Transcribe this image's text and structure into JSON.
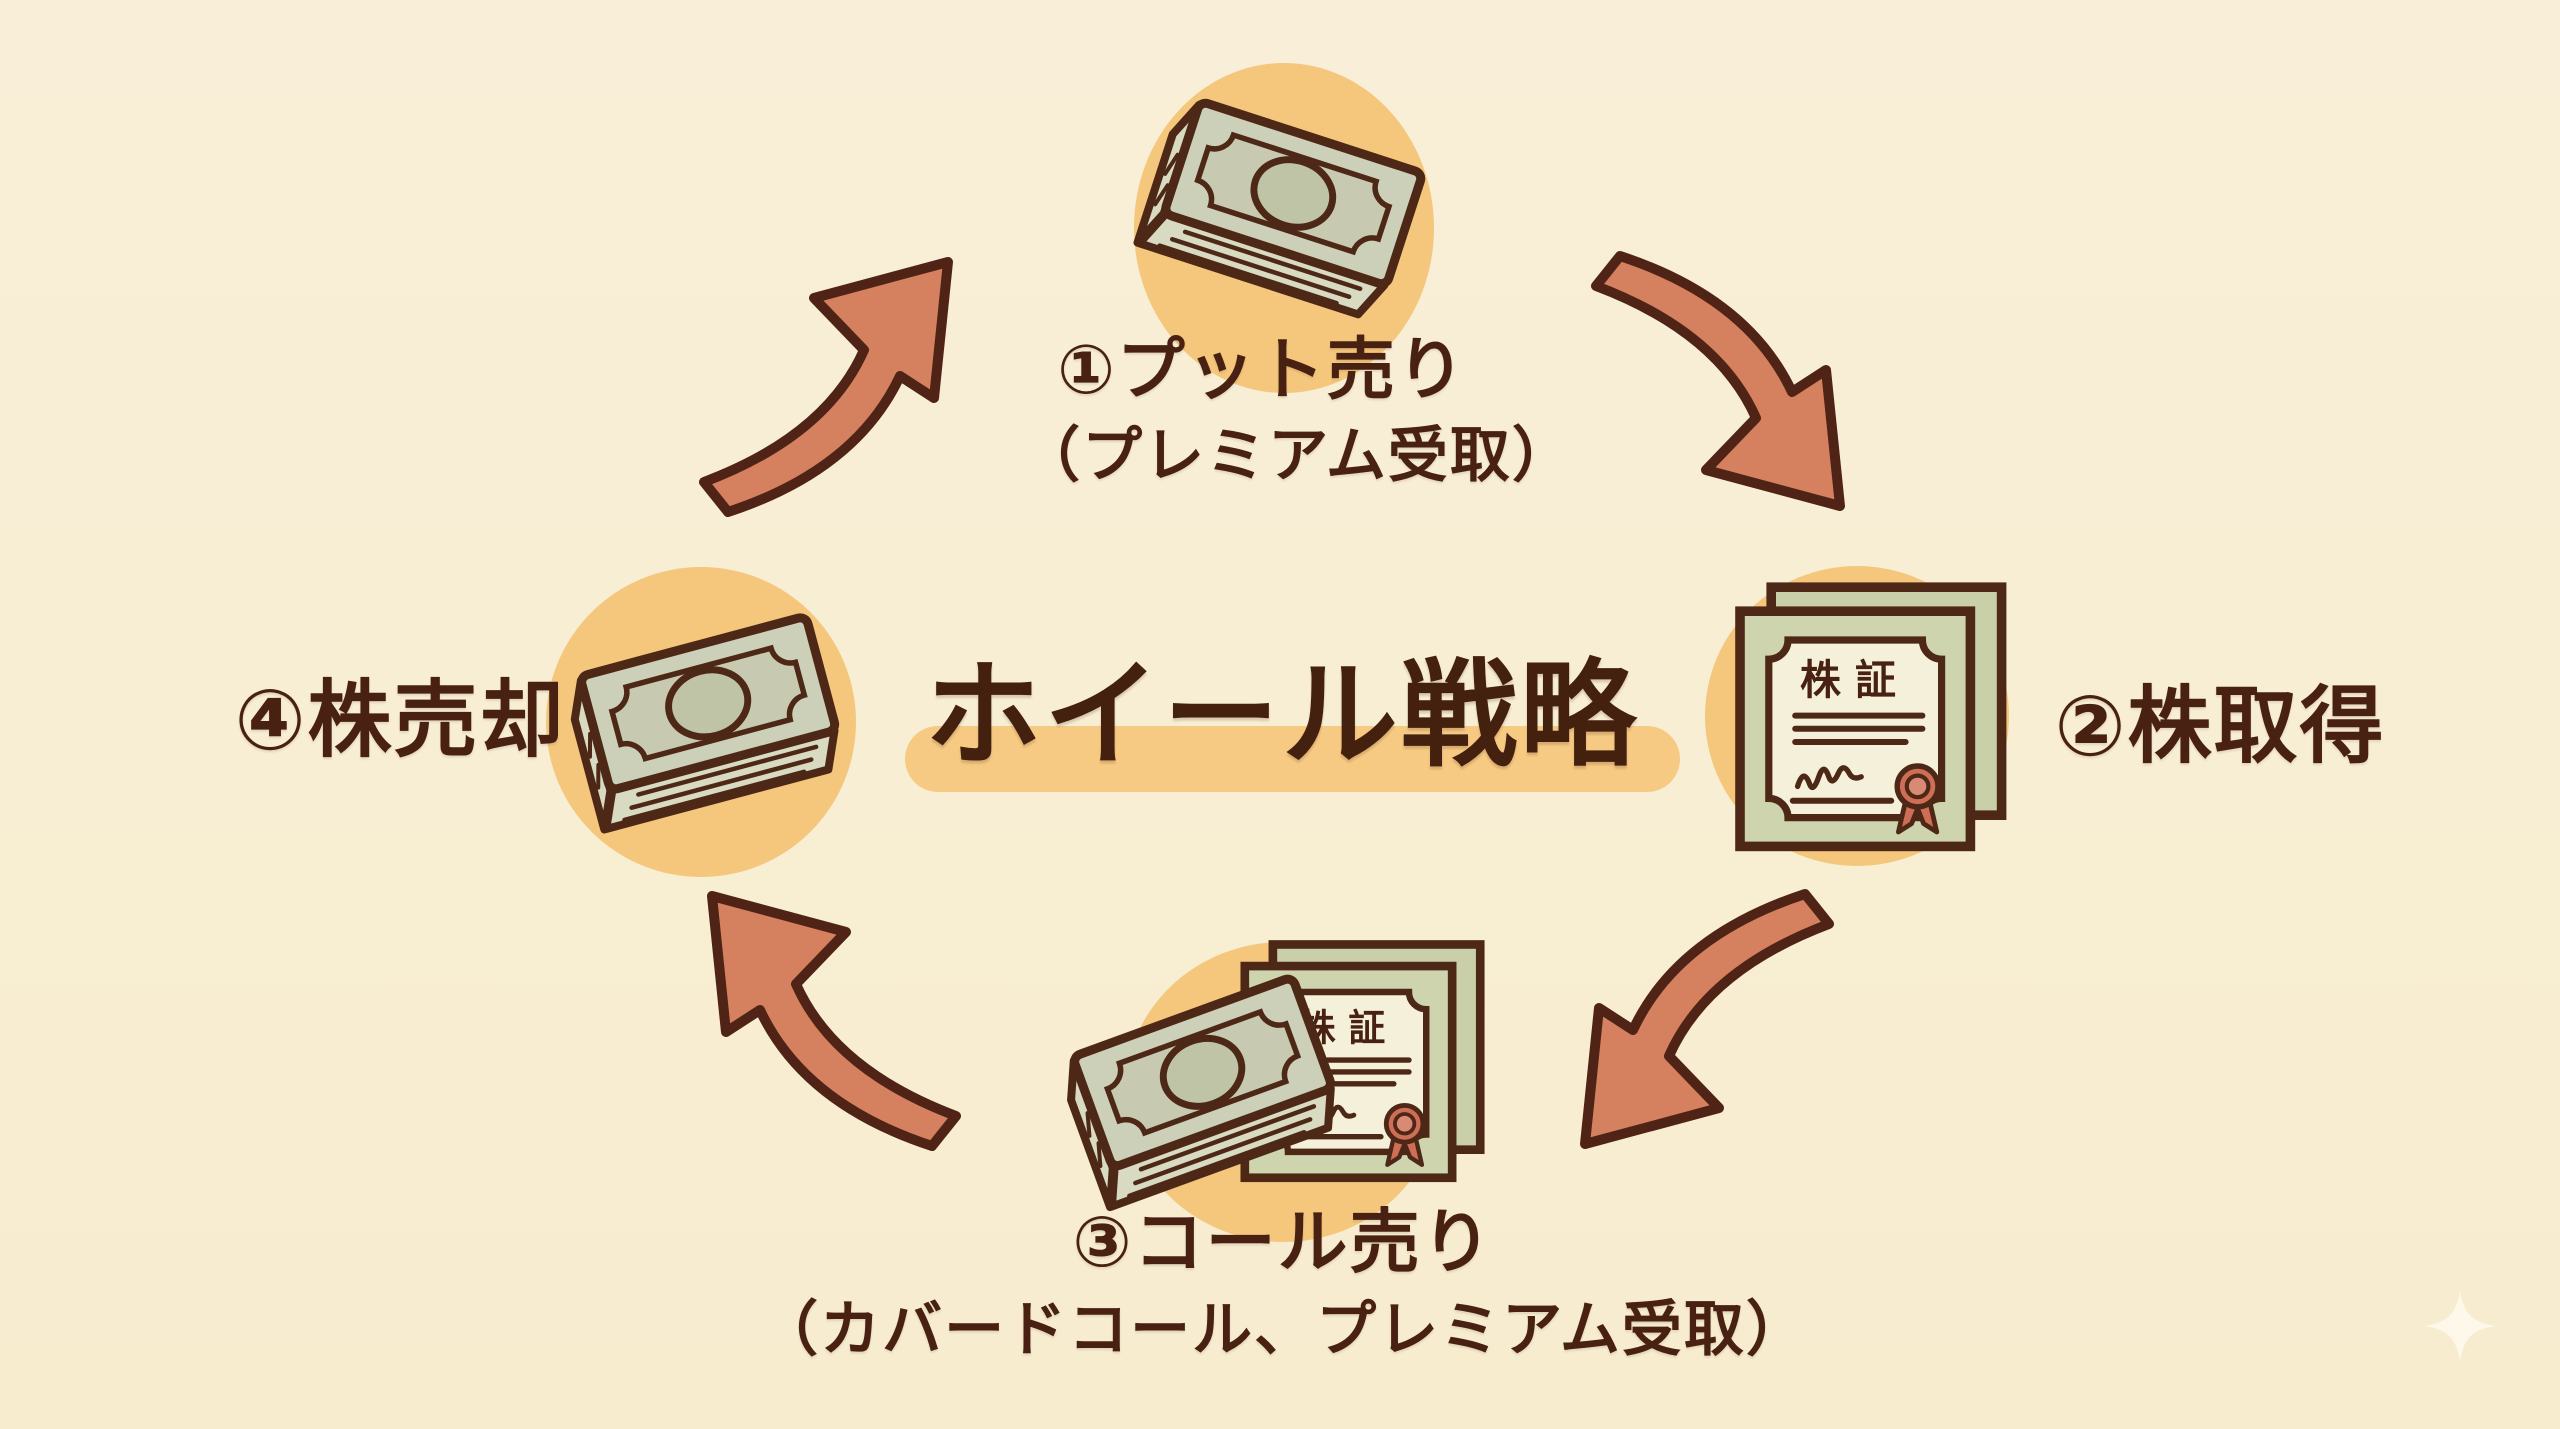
{
  "title": {
    "text": "ホイール戦略"
  },
  "steps": [
    {
      "label": "①プット売り",
      "sublabel": "（プレミアム受取）",
      "position": "top",
      "icon": "money-stack"
    },
    {
      "label": "②株取得",
      "sublabel": "",
      "position": "right",
      "icon": "stock-certificates"
    },
    {
      "label": "③コール売り",
      "sublabel": "（カバードコール、プレミアム受取）",
      "position": "bottom",
      "icon": "money-stack-and-certificate"
    },
    {
      "label": "④株売却",
      "sublabel": "",
      "position": "left",
      "icon": "money-stack"
    }
  ],
  "certificate": {
    "heading": "株証"
  },
  "flow": {
    "shape": "cycle",
    "direction": "clockwise",
    "arrow_count": 4
  },
  "watermark": {
    "icon": "sparkle"
  },
  "colors": {
    "background": "#f8eed3",
    "node_circle": "#f4c77d",
    "text": "#482113",
    "title_highlight": "#f6ca83",
    "arrow_fill": "#d5815f",
    "arrow_outline": "#4f2417",
    "banknote": "#cdd0b8",
    "banknote_oval": "#bfc4a6",
    "certificate_sheet": "#ced4ad",
    "certificate_paper": "#f4f0da",
    "rosette": "#ce6e56",
    "sparkle": "#fdf8ea"
  }
}
